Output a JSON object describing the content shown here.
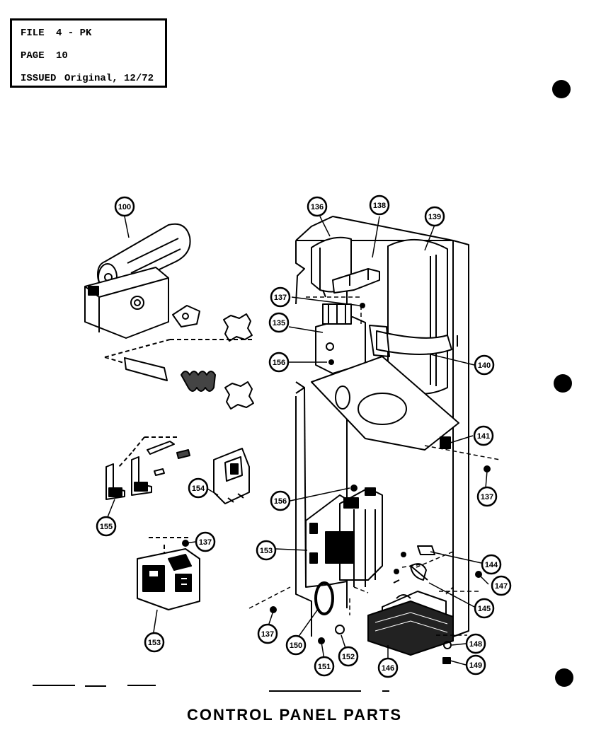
{
  "header": {
    "file_label": "FILE",
    "file_value": "4 - PK",
    "page_label": "PAGE",
    "page_value": "10",
    "issued_label": "ISSUED",
    "issued_value": "Original, 12/72"
  },
  "title": "CONTROL PANEL PARTS",
  "callouts": [
    "100",
    "136",
    "138",
    "139",
    "137",
    "135",
    "156",
    "140",
    "141",
    "137",
    "156",
    "153",
    "144",
    "147",
    "145",
    "155",
    "154",
    "137",
    "153",
    "137",
    "150",
    "151",
    "152",
    "146",
    "148",
    "149"
  ]
}
